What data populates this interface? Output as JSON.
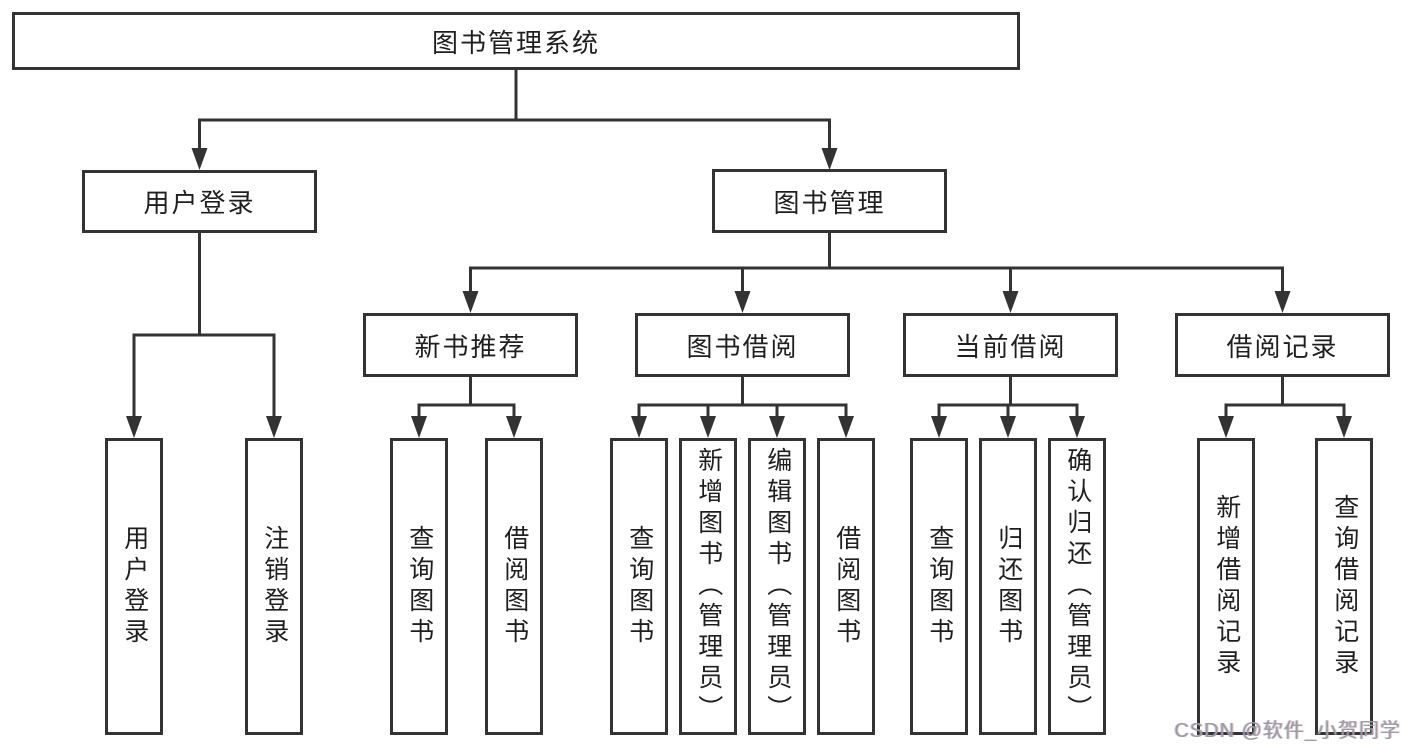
{
  "tree": {
    "root": "图书管理系统",
    "branches": [
      {
        "label": "用户登录",
        "leaves": [
          "用户登录",
          "注销登录"
        ]
      },
      {
        "label": "图书管理",
        "groups": [
          {
            "label": "新书推荐",
            "leaves": [
              "查询图书",
              "借阅图书"
            ]
          },
          {
            "label": "图书借阅",
            "leaves": [
              "查询图书",
              "新增图书（管理员）",
              "编辑图书（管理员）",
              "借阅图书"
            ]
          },
          {
            "label": "当前借阅",
            "leaves": [
              "查询图书",
              "归还图书",
              "确认归还（管理员）"
            ]
          },
          {
            "label": "借阅记录",
            "leaves": [
              "新增借阅记录",
              "查询借阅记录"
            ]
          }
        ]
      }
    ]
  },
  "watermark": {
    "text": "CSDN @软件_小贺同学"
  },
  "colors": {
    "line": "#333333",
    "box_border": "#333333",
    "box_fill": "#ffffff",
    "text": "#1f1f1f",
    "watermark": "#9c9ca1",
    "background": "#ffffff"
  }
}
